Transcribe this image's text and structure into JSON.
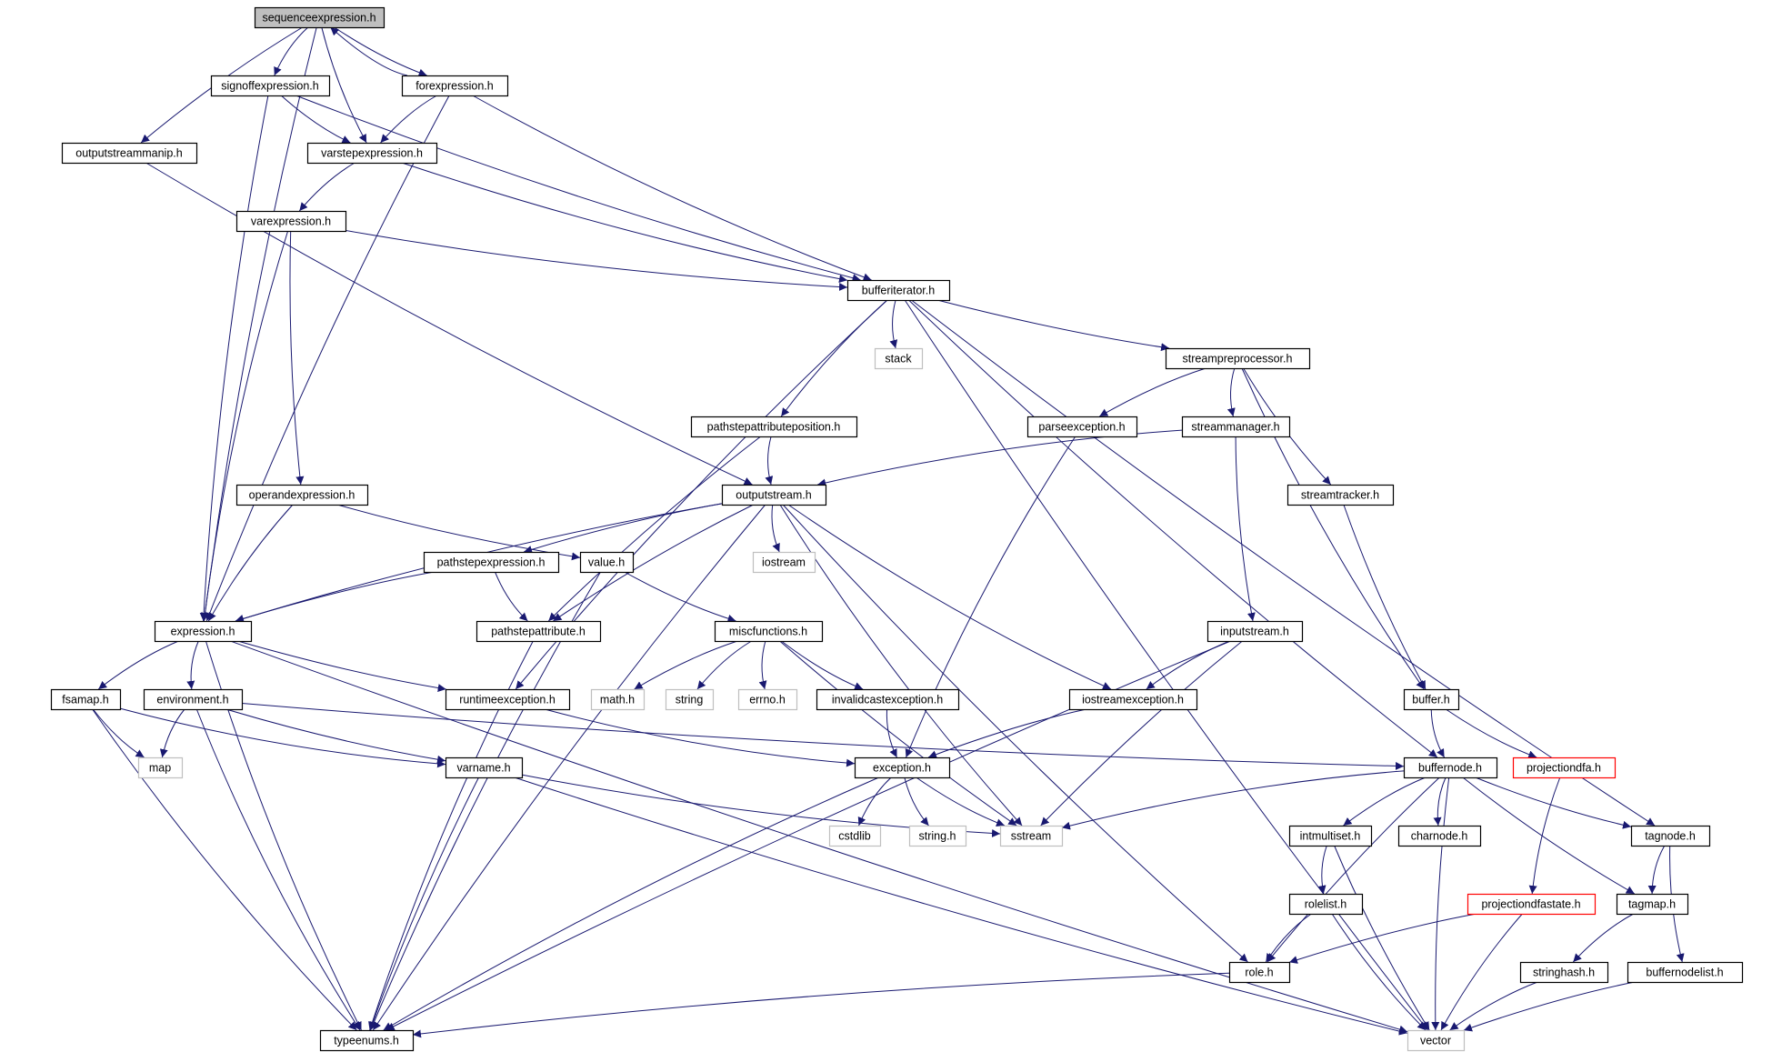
{
  "colors": {
    "edge": "#191970",
    "root_fill": "#bfbfbf",
    "normal_border": "#000000",
    "system_border": "#bfbfbf",
    "undocumented_border": "#ff0000"
  },
  "nodes": [
    {
      "id": "sequenceexpression",
      "label": "sequenceexpression.h",
      "kind": "root"
    },
    {
      "id": "signoffexpression",
      "label": "signoffexpression.h",
      "kind": "normal"
    },
    {
      "id": "forexpression",
      "label": "forexpression.h",
      "kind": "normal"
    },
    {
      "id": "outputstreammanip",
      "label": "outputstreammanip.h",
      "kind": "normal"
    },
    {
      "id": "varstepexpression",
      "label": "varstepexpression.h",
      "kind": "normal"
    },
    {
      "id": "varexpression",
      "label": "varexpression.h",
      "kind": "normal"
    },
    {
      "id": "bufferiterator",
      "label": "bufferiterator.h",
      "kind": "normal"
    },
    {
      "id": "stack",
      "label": "stack",
      "kind": "system"
    },
    {
      "id": "streampreprocessor",
      "label": "streampreprocessor.h",
      "kind": "normal"
    },
    {
      "id": "pathstepattributeposition",
      "label": "pathstepattributeposition.h",
      "kind": "normal"
    },
    {
      "id": "parseexception",
      "label": "parseexception.h",
      "kind": "normal"
    },
    {
      "id": "streammanager",
      "label": "streammanager.h",
      "kind": "normal"
    },
    {
      "id": "operandexpression",
      "label": "operandexpression.h",
      "kind": "normal"
    },
    {
      "id": "outputstream",
      "label": "outputstream.h",
      "kind": "normal"
    },
    {
      "id": "streamtracker",
      "label": "streamtracker.h",
      "kind": "normal"
    },
    {
      "id": "pathstepexpression",
      "label": "pathstepexpression.h",
      "kind": "normal"
    },
    {
      "id": "value",
      "label": "value.h",
      "kind": "normal"
    },
    {
      "id": "iostream",
      "label": "iostream",
      "kind": "system"
    },
    {
      "id": "expression",
      "label": "expression.h",
      "kind": "normal"
    },
    {
      "id": "pathstepattribute",
      "label": "pathstepattribute.h",
      "kind": "normal"
    },
    {
      "id": "miscfunctions",
      "label": "miscfunctions.h",
      "kind": "normal"
    },
    {
      "id": "inputstream",
      "label": "inputstream.h",
      "kind": "normal"
    },
    {
      "id": "fsamap",
      "label": "fsamap.h",
      "kind": "normal"
    },
    {
      "id": "environment",
      "label": "environment.h",
      "kind": "normal"
    },
    {
      "id": "runtimeexception",
      "label": "runtimeexception.h",
      "kind": "normal"
    },
    {
      "id": "math",
      "label": "math.h",
      "kind": "system"
    },
    {
      "id": "string",
      "label": "string",
      "kind": "system"
    },
    {
      "id": "errno",
      "label": "errno.h",
      "kind": "system"
    },
    {
      "id": "invalidcastexception",
      "label": "invalidcastexception.h",
      "kind": "normal"
    },
    {
      "id": "iostreamexception",
      "label": "iostreamexception.h",
      "kind": "normal"
    },
    {
      "id": "buffer",
      "label": "buffer.h",
      "kind": "normal"
    },
    {
      "id": "map",
      "label": "map",
      "kind": "system"
    },
    {
      "id": "varname",
      "label": "varname.h",
      "kind": "normal"
    },
    {
      "id": "exception",
      "label": "exception.h",
      "kind": "normal"
    },
    {
      "id": "buffernode",
      "label": "buffernode.h",
      "kind": "normal"
    },
    {
      "id": "projectiondfa",
      "label": "projectiondfa.h",
      "kind": "undocumented"
    },
    {
      "id": "cstdlib",
      "label": "cstdlib",
      "kind": "system"
    },
    {
      "id": "stringh",
      "label": "string.h",
      "kind": "system"
    },
    {
      "id": "sstream",
      "label": "sstream",
      "kind": "system"
    },
    {
      "id": "intmultiset",
      "label": "intmultiset.h",
      "kind": "normal"
    },
    {
      "id": "charnode",
      "label": "charnode.h",
      "kind": "normal"
    },
    {
      "id": "tagnode",
      "label": "tagnode.h",
      "kind": "normal"
    },
    {
      "id": "rolelist",
      "label": "rolelist.h",
      "kind": "normal"
    },
    {
      "id": "projectiondfastate",
      "label": "projectiondfastate.h",
      "kind": "undocumented"
    },
    {
      "id": "tagmap",
      "label": "tagmap.h",
      "kind": "normal"
    },
    {
      "id": "role",
      "label": "role.h",
      "kind": "normal"
    },
    {
      "id": "stringhash",
      "label": "stringhash.h",
      "kind": "normal"
    },
    {
      "id": "buffernodelist",
      "label": "buffernodelist.h",
      "kind": "normal"
    },
    {
      "id": "typeenums",
      "label": "typeenums.h",
      "kind": "normal"
    },
    {
      "id": "vector",
      "label": "vector",
      "kind": "system"
    }
  ],
  "edges": [
    [
      "sequenceexpression",
      "signoffexpression"
    ],
    [
      "sequenceexpression",
      "forexpression"
    ],
    [
      "sequenceexpression",
      "outputstreammanip"
    ],
    [
      "sequenceexpression",
      "varstepexpression"
    ],
    [
      "sequenceexpression",
      "expression"
    ],
    [
      "forexpression",
      "sequenceexpression"
    ],
    [
      "forexpression",
      "varstepexpression"
    ],
    [
      "forexpression",
      "bufferiterator"
    ],
    [
      "forexpression",
      "expression"
    ],
    [
      "signoffexpression",
      "varstepexpression"
    ],
    [
      "signoffexpression",
      "bufferiterator"
    ],
    [
      "signoffexpression",
      "expression"
    ],
    [
      "outputstreammanip",
      "outputstream"
    ],
    [
      "varstepexpression",
      "varexpression"
    ],
    [
      "varstepexpression",
      "bufferiterator"
    ],
    [
      "varexpression",
      "bufferiterator"
    ],
    [
      "varexpression",
      "operandexpression"
    ],
    [
      "varexpression",
      "expression"
    ],
    [
      "bufferiterator",
      "stack"
    ],
    [
      "bufferiterator",
      "streampreprocessor"
    ],
    [
      "bufferiterator",
      "pathstepattributeposition"
    ],
    [
      "bufferiterator",
      "runtimeexception"
    ],
    [
      "bufferiterator",
      "buffernode"
    ],
    [
      "bufferiterator",
      "tagnode"
    ],
    [
      "bufferiterator",
      "vector"
    ],
    [
      "streampreprocessor",
      "parseexception"
    ],
    [
      "streampreprocessor",
      "streammanager"
    ],
    [
      "streampreprocessor",
      "streamtracker"
    ],
    [
      "streampreprocessor",
      "buffer"
    ],
    [
      "pathstepattributeposition",
      "outputstream"
    ],
    [
      "pathstepattributeposition",
      "pathstepattribute"
    ],
    [
      "parseexception",
      "exception"
    ],
    [
      "streammanager",
      "outputstream"
    ],
    [
      "streammanager",
      "inputstream"
    ],
    [
      "streamtracker",
      "buffer"
    ],
    [
      "operandexpression",
      "expression"
    ],
    [
      "operandexpression",
      "value"
    ],
    [
      "outputstream",
      "pathstepexpression"
    ],
    [
      "outputstream",
      "iostream"
    ],
    [
      "outputstream",
      "expression"
    ],
    [
      "outputstream",
      "pathstepattribute"
    ],
    [
      "outputstream",
      "iostreamexception"
    ],
    [
      "outputstream",
      "sstream"
    ],
    [
      "outputstream",
      "role"
    ],
    [
      "outputstream",
      "typeenums"
    ],
    [
      "pathstepexpression",
      "expression"
    ],
    [
      "pathstepexpression",
      "pathstepattribute"
    ],
    [
      "value",
      "miscfunctions"
    ],
    [
      "value",
      "typeenums"
    ],
    [
      "pathstepattribute",
      "typeenums"
    ],
    [
      "expression",
      "fsamap"
    ],
    [
      "expression",
      "environment"
    ],
    [
      "expression",
      "runtimeexception"
    ],
    [
      "expression",
      "typeenums"
    ],
    [
      "expression",
      "vector"
    ],
    [
      "miscfunctions",
      "math"
    ],
    [
      "miscfunctions",
      "string"
    ],
    [
      "miscfunctions",
      "errno"
    ],
    [
      "miscfunctions",
      "invalidcastexception"
    ],
    [
      "miscfunctions",
      "sstream"
    ],
    [
      "inputstream",
      "iostreamexception"
    ],
    [
      "inputstream",
      "sstream"
    ],
    [
      "inputstream",
      "typeenums"
    ],
    [
      "fsamap",
      "map"
    ],
    [
      "fsamap",
      "varname"
    ],
    [
      "fsamap",
      "typeenums"
    ],
    [
      "environment",
      "map"
    ],
    [
      "environment",
      "varname"
    ],
    [
      "environment",
      "buffernode"
    ],
    [
      "environment",
      "typeenums"
    ],
    [
      "runtimeexception",
      "exception"
    ],
    [
      "invalidcastexception",
      "exception"
    ],
    [
      "iostreamexception",
      "exception"
    ],
    [
      "buffer",
      "buffernode"
    ],
    [
      "buffer",
      "projectiondfa"
    ],
    [
      "varname",
      "sstream"
    ],
    [
      "varname",
      "typeenums"
    ],
    [
      "varname",
      "vector"
    ],
    [
      "exception",
      "cstdlib"
    ],
    [
      "exception",
      "stringh"
    ],
    [
      "exception",
      "sstream"
    ],
    [
      "exception",
      "typeenums"
    ],
    [
      "buffernode",
      "sstream"
    ],
    [
      "buffernode",
      "intmultiset"
    ],
    [
      "buffernode",
      "charnode"
    ],
    [
      "buffernode",
      "tagnode"
    ],
    [
      "buffernode",
      "tagmap"
    ],
    [
      "buffernode",
      "role"
    ],
    [
      "buffernode",
      "vector"
    ],
    [
      "projectiondfa",
      "projectiondfastate"
    ],
    [
      "intmultiset",
      "rolelist"
    ],
    [
      "intmultiset",
      "vector"
    ],
    [
      "tagnode",
      "tagmap"
    ],
    [
      "tagnode",
      "buffernodelist"
    ],
    [
      "rolelist",
      "role"
    ],
    [
      "rolelist",
      "vector"
    ],
    [
      "projectiondfastate",
      "role"
    ],
    [
      "projectiondfastate",
      "vector"
    ],
    [
      "tagmap",
      "stringhash"
    ],
    [
      "role",
      "typeenums"
    ],
    [
      "stringhash",
      "vector"
    ],
    [
      "buffernodelist",
      "vector"
    ]
  ]
}
